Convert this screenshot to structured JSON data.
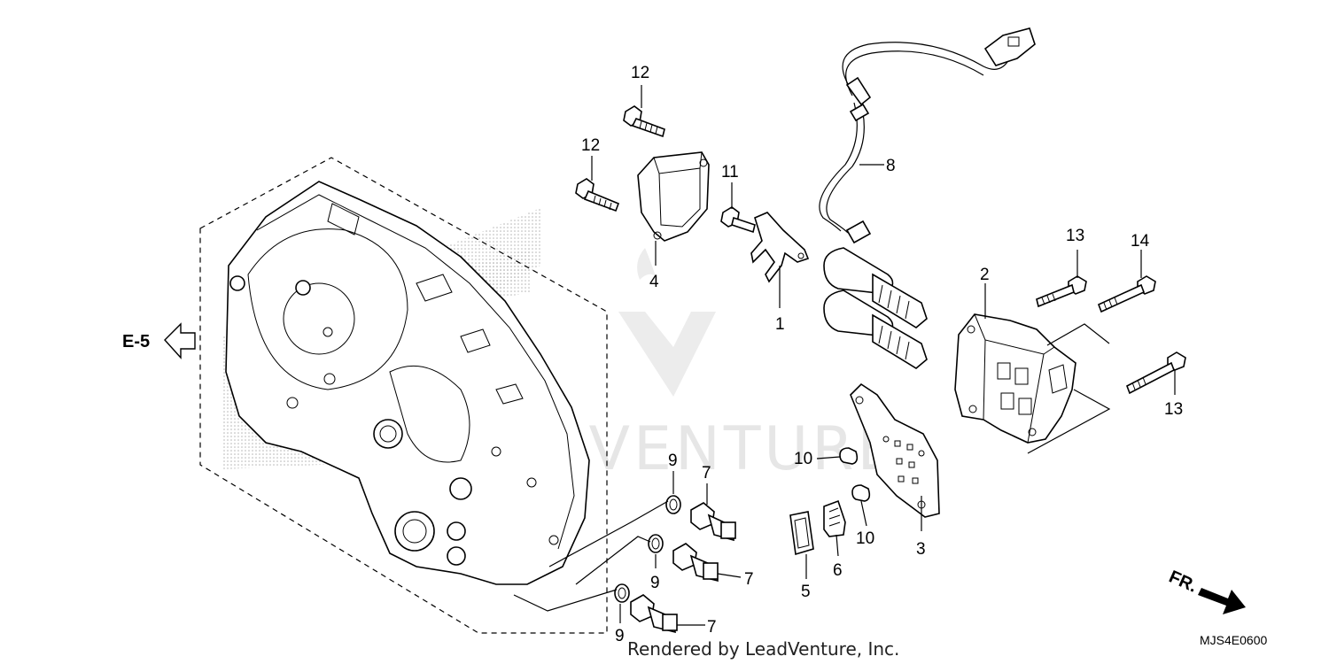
{
  "labels": {
    "p1": "1",
    "p2": "2",
    "p3": "3",
    "p4": "4",
    "p5": "5",
    "p6": "6",
    "p7": "7",
    "p8": "8",
    "p9": "9",
    "p10": "10",
    "p11": "11",
    "p12": "12",
    "p13": "13",
    "p14": "14"
  },
  "nav_ref": "E-5",
  "front_indicator": "FR.",
  "diagram_code": "MJS4E0600",
  "credit": "Rendered by LeadVenture, Inc.",
  "watermark_text": "LEADVENTURE",
  "colors": {
    "line": "#000000",
    "stipple": "#bdbdbd",
    "watermark": "#e6e6e6"
  }
}
